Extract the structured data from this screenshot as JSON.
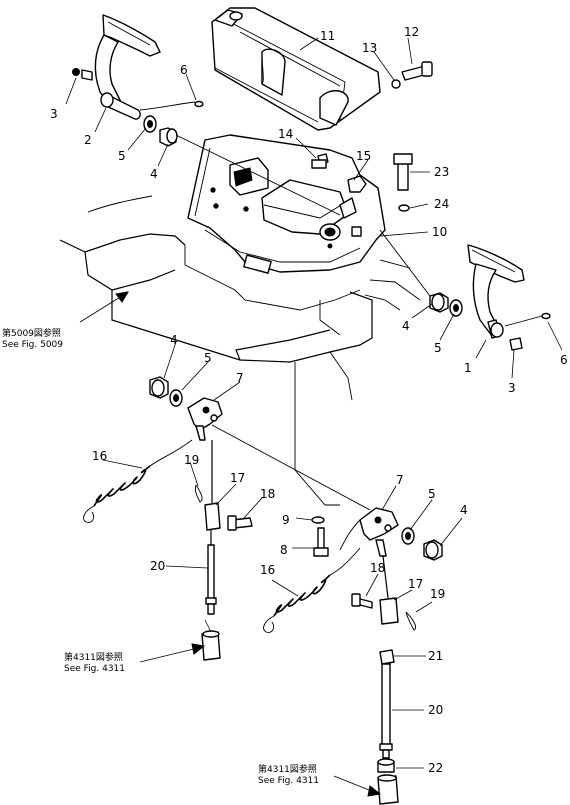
{
  "labels": {
    "p1": "1",
    "p2": "2",
    "p3a": "3",
    "p3b": "3",
    "p4a": "4",
    "p4b": "4",
    "p4c": "4",
    "p4d": "4",
    "p5a": "5",
    "p5b": "5",
    "p5c": "5",
    "p5d": "5",
    "p6a": "6",
    "p6b": "6",
    "p7a": "7",
    "p7b": "7",
    "p8": "8",
    "p9": "9",
    "p10": "10",
    "p11": "11",
    "p12": "12",
    "p13": "13",
    "p14": "14",
    "p15": "15",
    "p16a": "16",
    "p16b": "16",
    "p17a": "17",
    "p17b": "17",
    "p18a": "18",
    "p18b": "18",
    "p19a": "19",
    "p19b": "19",
    "p20a": "20",
    "p20b": "20",
    "p21": "21",
    "p22": "22",
    "p23": "23",
    "p24": "24"
  },
  "refs": {
    "fig5009_jp": "第5009図参照",
    "fig5009_en": "See Fig. 5009",
    "fig4311a_jp": "第4311図参照",
    "fig4311a_en": "See Fig. 4311",
    "fig4311b_jp": "第4311図参照",
    "fig4311b_en": "See Fig. 4311"
  }
}
